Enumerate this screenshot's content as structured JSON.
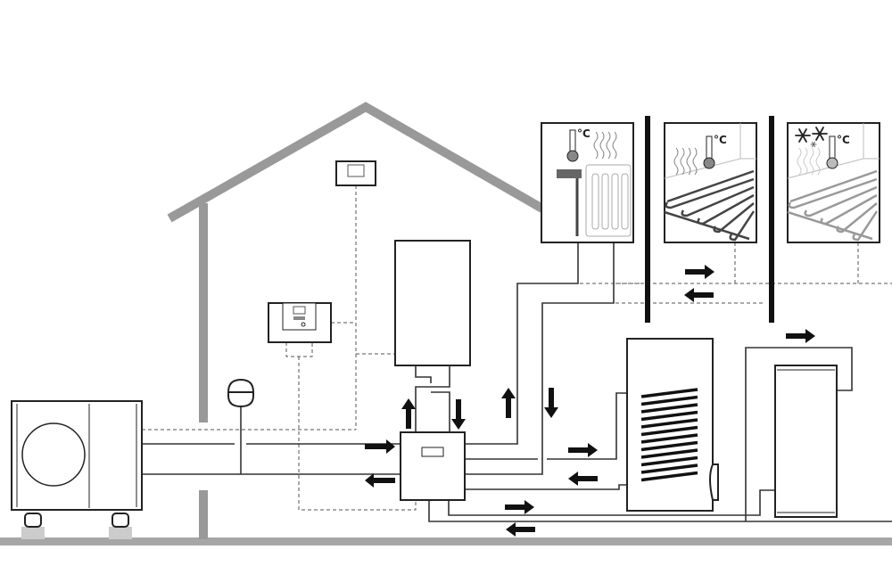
{
  "panels": {
    "radiator": {
      "unit": "°C"
    },
    "floor_heating": {
      "unit": "°C"
    },
    "floor_cooling": {
      "unit": "°C"
    }
  },
  "colors": {
    "structure": "#999999",
    "line": "#333333",
    "divider": "#111111"
  }
}
